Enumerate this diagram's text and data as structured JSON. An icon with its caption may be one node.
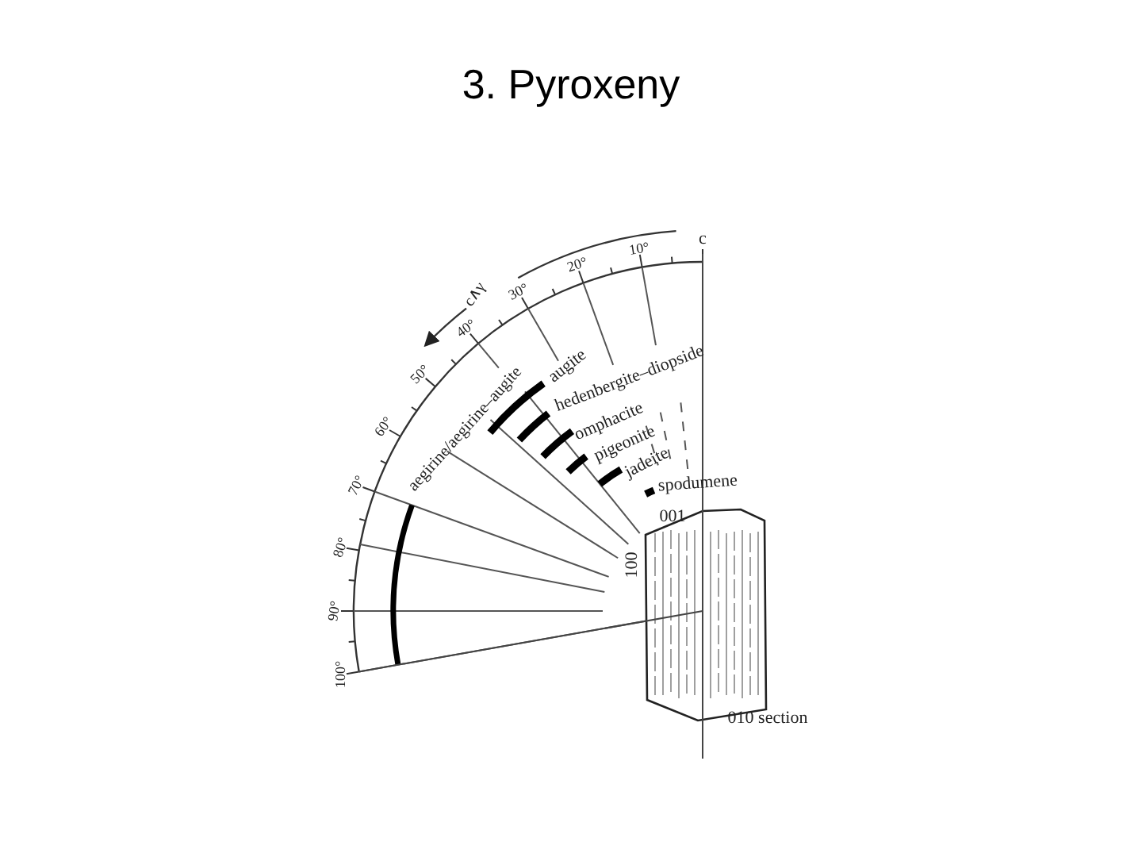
{
  "diagram": {
    "title": "3. Pyroxeny",
    "labels": [
      "c",
      "c∧γ",
      "10°",
      "20°",
      "30°",
      "40°",
      "50°",
      "60°",
      "70°",
      "80°",
      "90°",
      "100°",
      "augite",
      "hedenbergite–diopside",
      "omphacite",
      "pigeonite",
      "jadeite",
      "spodumene",
      "aegirine/aegirine–augite",
      "001",
      "100",
      "010 section"
    ]
  }
}
